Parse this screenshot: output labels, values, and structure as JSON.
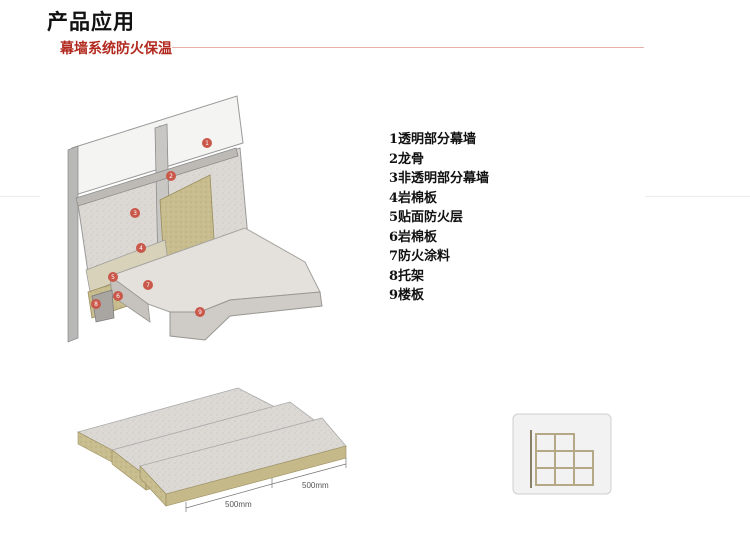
{
  "header": {
    "title": "产品应用",
    "subtitle": "幕墙系统防火保温"
  },
  "legend": [
    "1透明部分幕墙",
    "2龙骨",
    "3非透明部分幕墙",
    "4岩棉板",
    "5贴面防火层",
    "6岩棉板",
    "7防火涂料",
    "8托架",
    "9楼板"
  ],
  "diagram_markers": [
    "1",
    "2",
    "3",
    "4",
    "5",
    "6",
    "7",
    "8",
    "9"
  ],
  "dimensions": {
    "left": "500mm",
    "right": "500mm"
  },
  "colors": {
    "marker": "#c9574a",
    "subtitle": "#b22a1f",
    "wool": "#c8bd8e",
    "board": "#dedad5"
  }
}
